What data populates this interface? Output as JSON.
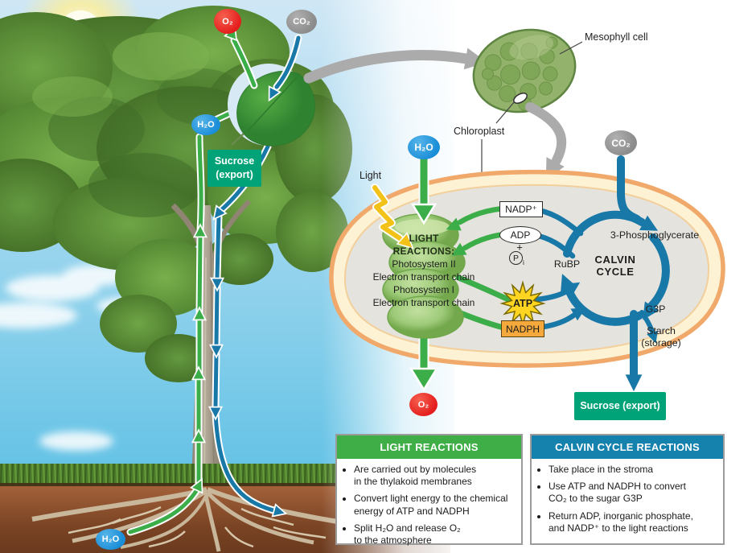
{
  "palette": {
    "green_arrow": "#3cae49",
    "blue_arrow": "#1878a8",
    "membrane_orange": "#f0a96a",
    "membrane_fill": "#fdf3d4",
    "stroma_gray": "#e5e3dd",
    "atp_yellow": "#ffd521",
    "nadph_orange": "#f5a93c",
    "o2_red": "#e41e1e",
    "co2_gray": "#8b8b8b",
    "h2o_blue": "#1b8ed8",
    "sucrose_green": "#00a377",
    "header_green": "#3fae47",
    "header_blue": "#1581ad",
    "thylakoid_green": "#9fcb7a",
    "gray_arrow": "#ababab"
  },
  "scene": {
    "o2": "O₂",
    "co2": "CO₂",
    "h2o_leaf": "H₂O",
    "h2o_soil": "H₂O",
    "sucrose_line1": "Sucrose",
    "sucrose_line2": "(export)",
    "mesophyll_label": "Mesophyll cell",
    "chloroplast_label": "Chloroplast"
  },
  "diagram": {
    "light": "Light",
    "h2o": "H₂O",
    "co2": "CO₂",
    "o2": "O₂",
    "nadp": "NADP⁺",
    "adp": "ADP",
    "plus": "+",
    "p": "P",
    "p_sub": "i",
    "atp": "ATP",
    "nadph": "NADPH",
    "thylakoid_lines": [
      "LIGHT",
      "REACTIONS:",
      "Photosystem II",
      "Electron transport chain",
      "Photosystem I",
      "Electron transport chain"
    ],
    "calvin_line1": "CALVIN",
    "calvin_line2": "CYCLE",
    "phosphoglycerate": "3-Phosphoglycerate",
    "rubp": "RuBP",
    "g3p": "G3P",
    "starch_line1": "Starch",
    "starch_line2": "(storage)",
    "sucrose_export": "Sucrose (export)"
  },
  "info_boxes": [
    {
      "title": "LIGHT REACTIONS",
      "bullets": [
        "Are carried out by molecules\nin the thylakoid membranes",
        "Convert light energy to the chemical\nenergy of ATP and NADPH",
        "Split H₂O and release O₂\nto the atmosphere"
      ]
    },
    {
      "title": "CALVIN CYCLE REACTIONS",
      "bullets": [
        "Take place in the stroma",
        "Use ATP and NADPH to convert\nCO₂ to the sugar G3P",
        "Return ADP, inorganic phosphate,\nand NADP⁺ to the light reactions"
      ]
    }
  ]
}
